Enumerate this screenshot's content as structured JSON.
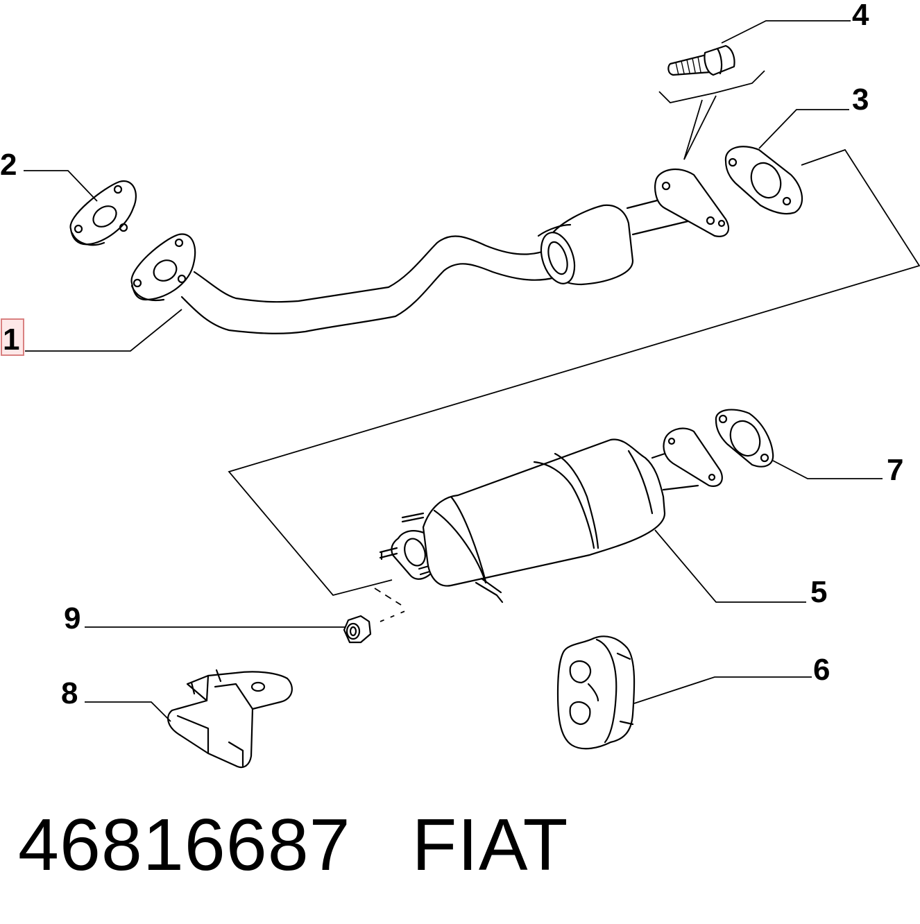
{
  "callouts": {
    "c1": "1",
    "c2": "2",
    "c3": "3",
    "c4": "4",
    "c5": "5",
    "c6": "6",
    "c7": "7",
    "c8": "8",
    "c9": "9"
  },
  "selected_callout": "1",
  "footer": {
    "part_number": "46816687",
    "brand": "FIAT"
  },
  "colors": {
    "highlight_fill": "#fde8e8",
    "highlight_border": "#d98080",
    "ink": "#000000"
  }
}
